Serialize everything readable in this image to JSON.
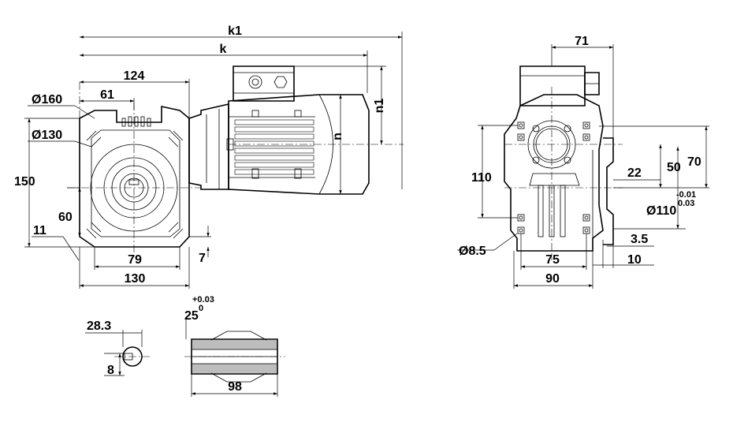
{
  "dimensions": {
    "k1": "k1",
    "k": "k",
    "n1": "n1",
    "n": "n",
    "d124": "124",
    "d61": "61",
    "d160": "Ø160",
    "d130c": "Ø130",
    "d150": "150",
    "d60": "60",
    "d11": "11",
    "d79": "79",
    "d7": "7",
    "d130": "130",
    "d71": "71",
    "d110": "110",
    "d50": "50",
    "d70": "70",
    "d22": "22",
    "d110d": "Ø110",
    "tol_up": "-0.01",
    "tol_lo": "0.03",
    "d85": "Ø8.5",
    "d35": "3.5",
    "d75": "75",
    "d10": "10",
    "d90": "90",
    "d283": "28.3",
    "d8": "8",
    "d25": "25",
    "tol25_up": "+0.03",
    "tol25_lo": "0",
    "d98": "98"
  }
}
